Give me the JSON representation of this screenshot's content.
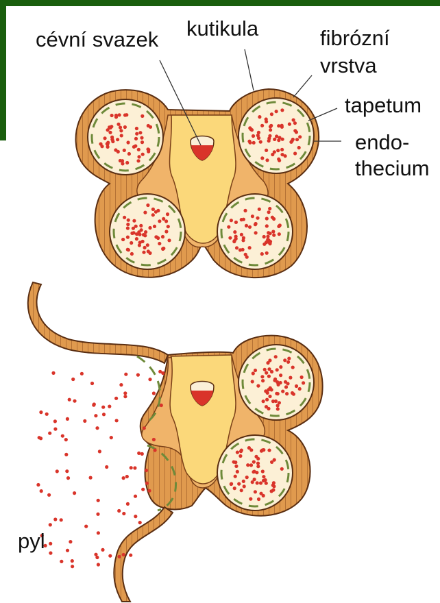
{
  "labels": {
    "vascular_bundle": "cévní svazek",
    "cuticle": "kutikula",
    "fibrous_1": "fibrózní",
    "fibrous_2": "vrstva",
    "tapetum": "tapetum",
    "endo_1": "endo-",
    "endo_2": "thecium",
    "pollen": "pyl"
  },
  "colors": {
    "frame_green": "#1a5e0d",
    "wall_orange": "#e09a4e",
    "wall_stroke": "#5a2e12",
    "connective": "#f0b46a",
    "core_yellow": "#fbd87a",
    "sac_fill": "#fcf0d6",
    "tapetum_green": "#6e8a3a",
    "pollen_red": "#d9342a"
  }
}
